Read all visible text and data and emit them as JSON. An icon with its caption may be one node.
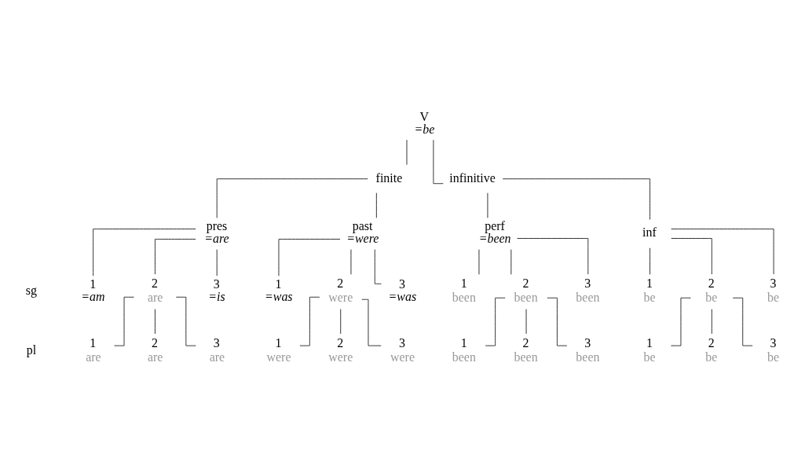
{
  "diagram": {
    "nodes": [
      {
        "text": [
          "V",
          "=be"
        ]
      },
      {
        "text": [
          "finite"
        ]
      },
      {
        "text": [
          "infinitive"
        ]
      },
      {
        "text": [
          "pres",
          "=are"
        ]
      },
      {
        "text": [
          "past",
          "=were"
        ]
      },
      {
        "text": [
          "perf",
          "=been"
        ]
      },
      {
        "text": [
          "inf"
        ]
      },
      {
        "text": [
          "1",
          "=am"
        ]
      },
      {
        "text": [
          "2",
          "are"
        ]
      },
      {
        "text": [
          "3",
          "=is"
        ]
      },
      {
        "text": [
          "1",
          "=was"
        ]
      },
      {
        "text": [
          "2",
          "were"
        ]
      },
      {
        "text": [
          "3",
          "=was"
        ]
      },
      {
        "text": [
          "1",
          "been"
        ]
      },
      {
        "text": [
          "2",
          "been"
        ]
      },
      {
        "text": [
          "3",
          "been"
        ]
      },
      {
        "text": [
          "1",
          "be"
        ]
      },
      {
        "text": [
          "2",
          "be"
        ]
      },
      {
        "text": [
          "3",
          "be"
        ]
      },
      {
        "text": [
          "1",
          "are"
        ]
      },
      {
        "text": [
          "2",
          "are"
        ]
      },
      {
        "text": [
          "3",
          "are"
        ]
      },
      {
        "text": [
          "1",
          "were"
        ]
      },
      {
        "text": [
          "2",
          "were"
        ]
      },
      {
        "text": [
          "3",
          "were"
        ]
      },
      {
        "text": [
          "1",
          "been"
        ]
      },
      {
        "text": [
          "2",
          "been"
        ]
      },
      {
        "text": [
          "3",
          "been"
        ]
      },
      {
        "text": [
          "1",
          "be"
        ]
      },
      {
        "text": [
          "2",
          "be"
        ]
      },
      {
        "text": [
          "3",
          "be"
        ]
      }
    ],
    "edges": [
      {
        "from": 0,
        "to": 1,
        "arrow": "none"
      },
      {
        "from": 0,
        "to": 2,
        "arrow": "none"
      },
      {
        "from": 1,
        "to": 3,
        "arrow": "none"
      },
      {
        "from": 1,
        "to": 4,
        "arrow": "none"
      },
      {
        "from": 2,
        "to": 5,
        "arrow": "none"
      },
      {
        "from": 2,
        "to": 6,
        "arrow": "none"
      },
      {
        "from": 3,
        "to": 7,
        "arrow": "none"
      },
      {
        "from": 3,
        "to": 8,
        "arrow": "none"
      },
      {
        "from": 3,
        "to": 9,
        "arrow": "none"
      },
      {
        "from": 4,
        "to": 10,
        "arrow": "none"
      },
      {
        "from": 4,
        "to": 11,
        "arrow": "none"
      },
      {
        "from": 4,
        "to": 12,
        "arrow": "none"
      },
      {
        "from": 5,
        "to": 13,
        "arrow": "none"
      },
      {
        "from": 5,
        "to": 14,
        "arrow": "none"
      },
      {
        "from": 5,
        "to": 15,
        "arrow": "none"
      },
      {
        "from": 6,
        "to": 16,
        "arrow": "none"
      },
      {
        "from": 6,
        "to": 17,
        "arrow": "none"
      },
      {
        "from": 6,
        "to": 18,
        "arrow": "none"
      },
      {
        "from": 8,
        "to": 19,
        "arrow": "none"
      },
      {
        "from": 8,
        "to": 20,
        "arrow": "none"
      },
      {
        "from": 8,
        "to": 21,
        "arrow": "none"
      },
      {
        "from": 11,
        "to": 22,
        "arrow": "none"
      },
      {
        "from": 11,
        "to": 23,
        "arrow": "none"
      },
      {
        "from": 11,
        "to": 24,
        "arrow": "none"
      },
      {
        "from": 14,
        "to": 25,
        "arrow": "none"
      },
      {
        "from": 14,
        "to": 26,
        "arrow": "none"
      },
      {
        "from": 14,
        "to": 27,
        "arrow": "none"
      },
      {
        "from": 17,
        "to": 28,
        "arrow": "none"
      },
      {
        "from": 17,
        "to": 29,
        "arrow": "none"
      },
      {
        "from": 17,
        "to": 30,
        "arrow": "none"
      }
    ],
    "labels": [
      "sg",
      "pl"
    ]
  }
}
